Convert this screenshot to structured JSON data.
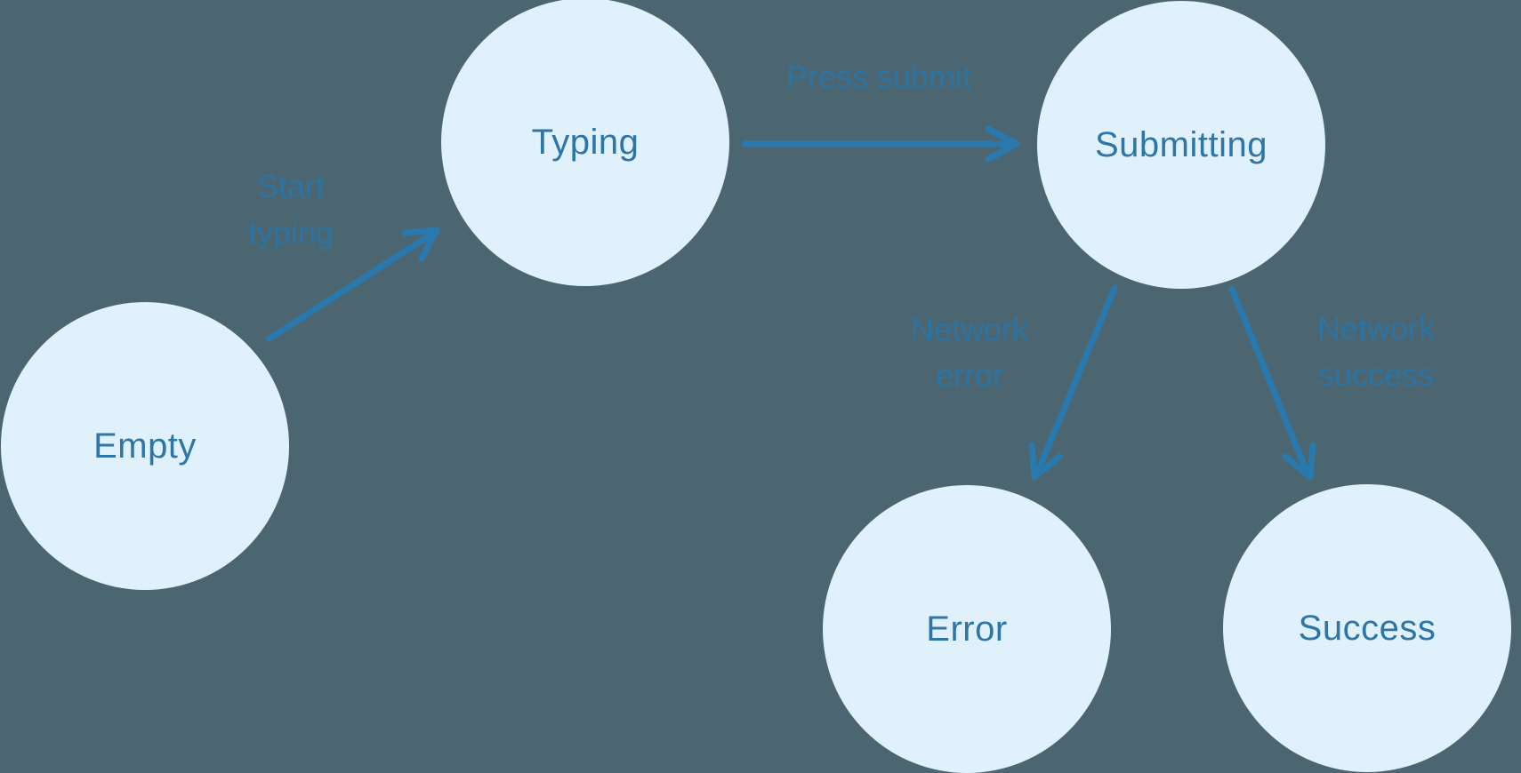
{
  "diagram": {
    "type": "state-diagram",
    "colors": {
      "background": "#4B6670",
      "node_fill": "#E1F1FB",
      "node_text": "#2E76A8",
      "arrow": "#2A79AE",
      "edge_label_text": "#2B73A3"
    },
    "nodes": [
      {
        "id": "empty",
        "label": "Empty"
      },
      {
        "id": "typing",
        "label": "Typing"
      },
      {
        "id": "submitting",
        "label": "Submitting"
      },
      {
        "id": "error",
        "label": "Error"
      },
      {
        "id": "success",
        "label": "Success"
      }
    ],
    "edges": [
      {
        "id": "start-typing",
        "from": "Empty",
        "to": "Typing",
        "label": "Start typing",
        "label_lines": [
          "Start",
          "typing"
        ]
      },
      {
        "id": "press-submit",
        "from": "Typing",
        "to": "Submitting",
        "label": "Press submit",
        "label_lines": [
          "Press submit"
        ]
      },
      {
        "id": "network-error",
        "from": "Submitting",
        "to": "Error",
        "label": "Network error",
        "label_lines": [
          "Network",
          "error"
        ]
      },
      {
        "id": "network-success",
        "from": "Submitting",
        "to": "Success",
        "label": "Network success",
        "label_lines": [
          "Network",
          "success"
        ]
      }
    ]
  }
}
